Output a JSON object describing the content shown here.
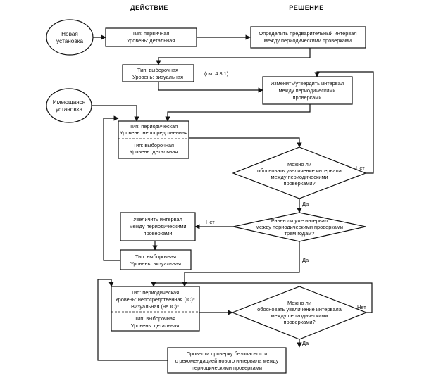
{
  "headers": {
    "action": "ДЕЙСТВИЕ",
    "decision": "РЕШЕНИЕ"
  },
  "terminals": {
    "new_install": [
      "Новая",
      "установка"
    ],
    "existing_install": [
      "Имеющаяся",
      "установка"
    ]
  },
  "boxes": {
    "primary_detailed": [
      "Тип: первичная",
      "Уровень: детальная"
    ],
    "define_interval": [
      "Определить предварительный интервал",
      "между периодическими проверками"
    ],
    "sample_visual_1": [
      "Тип: выборочная",
      "Уровень: визуальная"
    ],
    "reference": "(см. 4.3.1)",
    "change_confirm_interval": [
      "Изменить/утвердить интервал",
      "между периодическими",
      "проверками"
    ],
    "periodic_direct_top": [
      "Тип: периодическая",
      "Уровень: непосредственная"
    ],
    "periodic_direct_bottom": [
      "Тип: выборочная",
      "Уровень: детальная"
    ],
    "increase_interval": [
      "Увеличить интервал",
      "между периодическими",
      "проверками"
    ],
    "sample_visual_2": [
      "Тип: выборочная",
      "Уровень: визуальная"
    ],
    "periodic_ic_top": [
      "Тип: периодическая",
      "Уровень: непосредственная (IC)*",
      "Визуальная (не IC)*"
    ],
    "periodic_ic_bottom": [
      "Тип: выборочная",
      "Уровень: детальная"
    ],
    "safety_check": [
      "Провести проверку безопасности",
      "с рекомендацией нового интервала между",
      "периодическими проверками"
    ]
  },
  "decisions": {
    "justify_increase_1": [
      "Можно ли",
      "обосновать увеличение интервала",
      "между периодическими",
      "проверками?"
    ],
    "equal_three_years": [
      "Равен ли уже интервал",
      "между периодическими проверками",
      "трем годам?"
    ],
    "justify_increase_2": [
      "Можно ли",
      "обосновать увеличение интервала",
      "между периодическими",
      "проверками?"
    ]
  },
  "labels": {
    "no_1": "Нет",
    "yes_1": "Да",
    "no_2": "Нет",
    "yes_2": "Да",
    "no_3": "Нет",
    "yes_3": "Да"
  }
}
